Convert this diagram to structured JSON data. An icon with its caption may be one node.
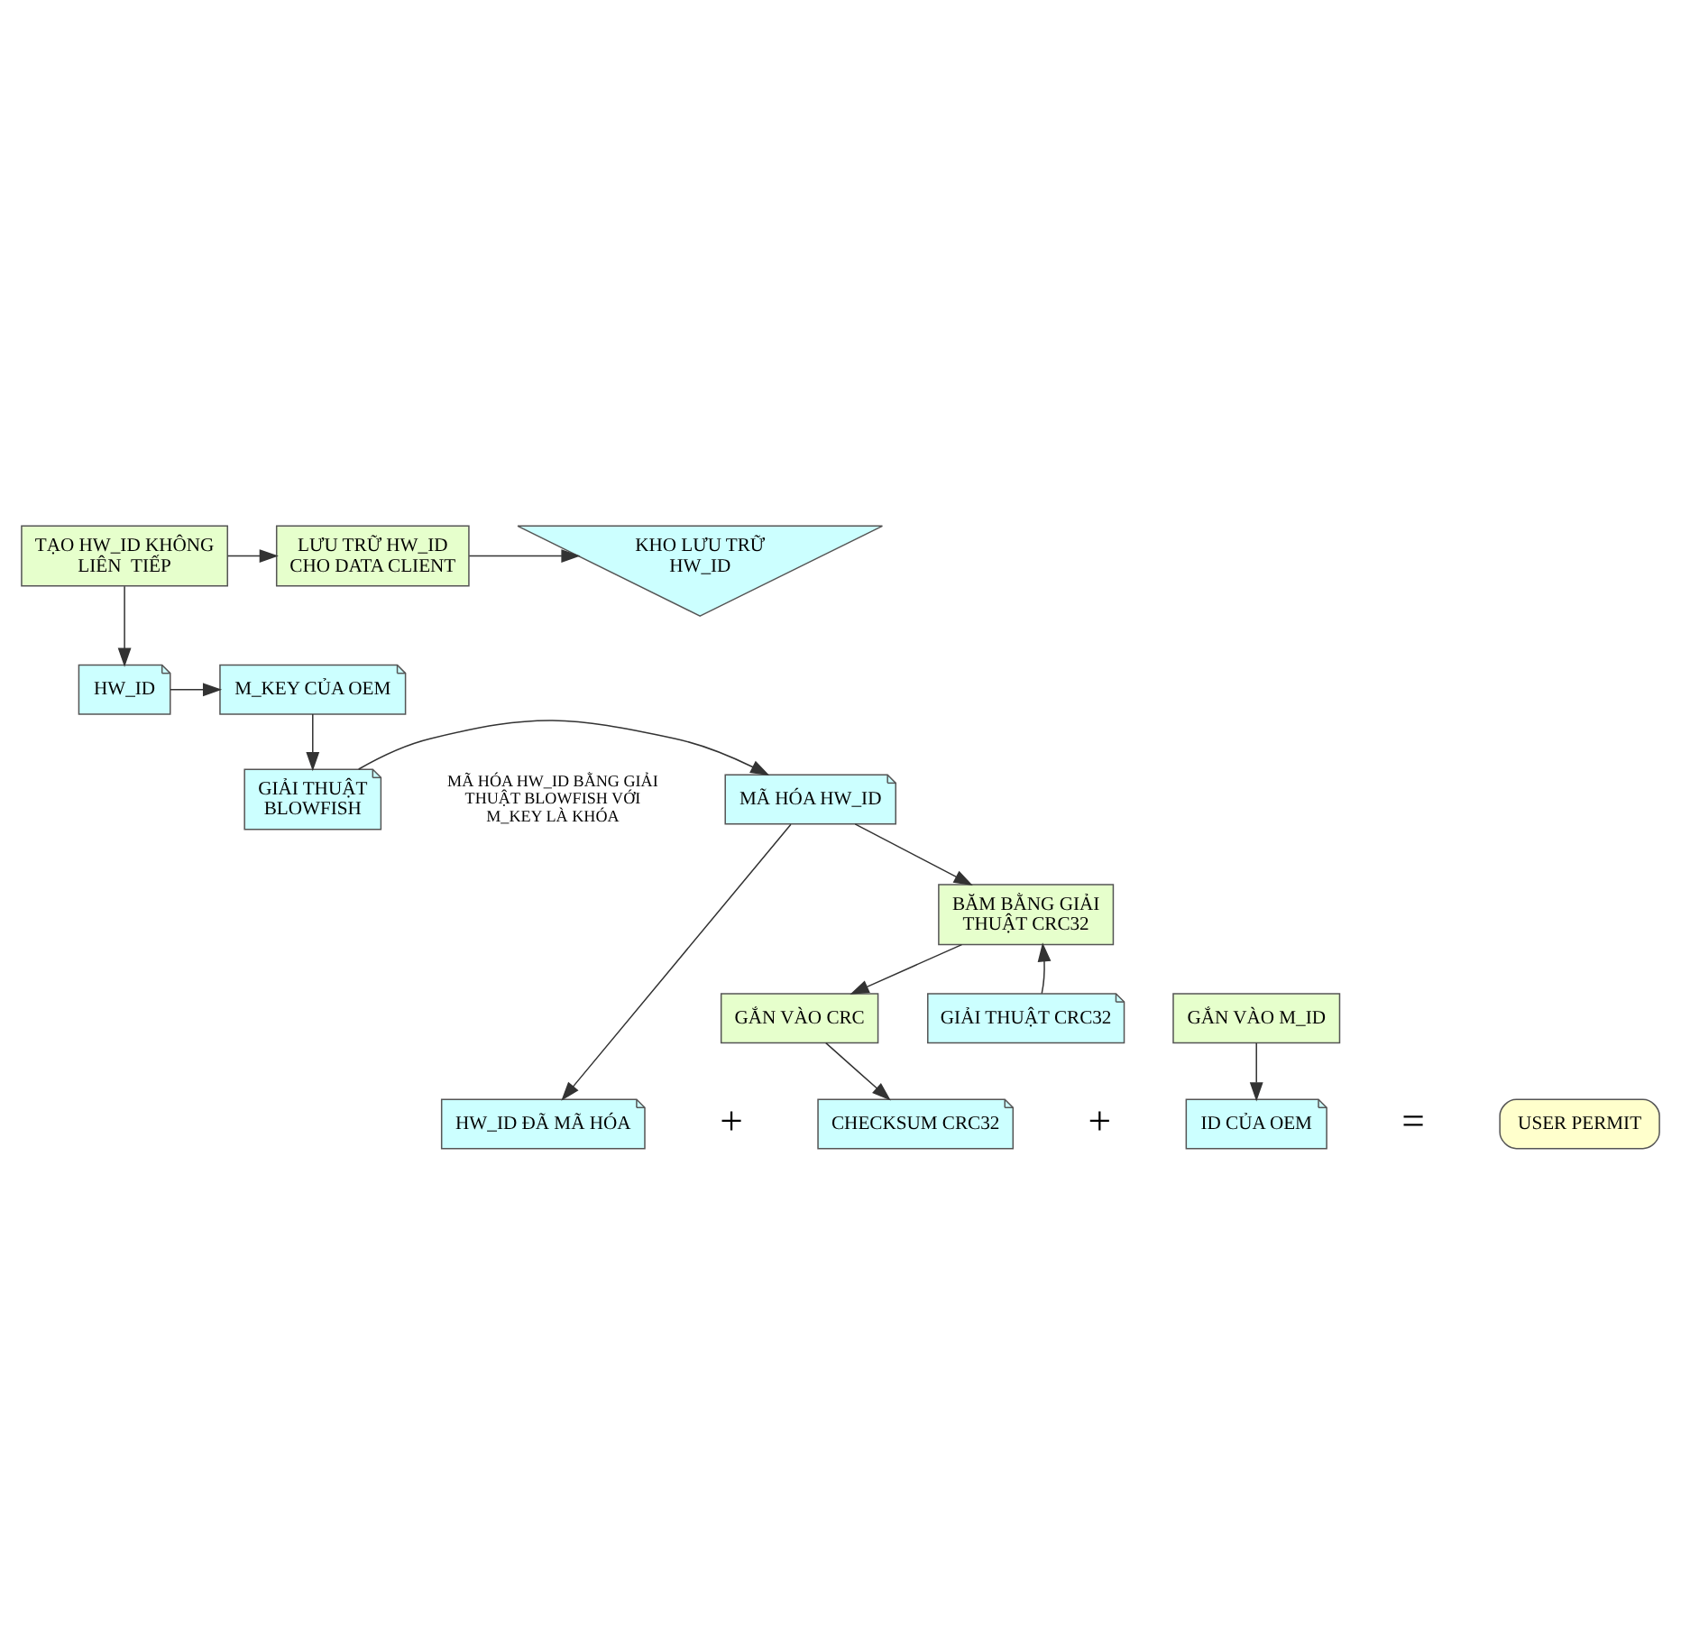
{
  "diagram": {
    "nodes": [
      {
        "text": [
          "TẠO HW_ID KHÔNG LIÊN  TIẾP"
        ]
      },
      {
        "text": [
          "LƯU TRỮ HW_ID CHO DATA CLIENT"
        ]
      },
      {
        "text": [
          "KHO LƯU TRỮ HW_ID"
        ]
      },
      {
        "text": [
          "HW_ID"
        ]
      },
      {
        "text": [
          "M_KEY CỦA OEM"
        ]
      },
      {
        "text": [
          "MÃ HÓA HW_ID"
        ]
      },
      {
        "text": [
          "GIẢI THUẬT BLOWFISH"
        ]
      },
      {
        "text": [
          "BĂM BẰNG GIẢI THUẬT CRC32"
        ]
      },
      {
        "text": [
          "GIẢI THUẬT CRC32"
        ]
      },
      {
        "text": [
          "GẮN VÀO CRC"
        ]
      },
      {
        "text": [
          "GẮN VÀO M_ID"
        ]
      },
      {
        "text": [
          "HW_ID ĐÃ MÃ HÓA"
        ]
      },
      {
        "text": [
          "CHECKSUM CRC32"
        ]
      },
      {
        "text": [
          "ID CỦA OEM"
        ]
      },
      {
        "text": [
          "USER PERMIT"
        ]
      }
    ],
    "edges": [
      {
        "from": 0,
        "to": 1,
        "arrow": "to"
      },
      {
        "from": 1,
        "to": 2,
        "arrow": "to"
      },
      {
        "from": 0,
        "to": 3,
        "arrow": "to"
      },
      {
        "from": 3,
        "to": 4,
        "arrow": "to"
      },
      {
        "from": 4,
        "to": 6,
        "arrow": "to"
      },
      {
        "from": 6,
        "to": 5,
        "arrow": "to"
      },
      {
        "from": 5,
        "to": 7,
        "arrow": "to"
      },
      {
        "from": 8,
        "to": 7,
        "arrow": "to"
      },
      {
        "from": 7,
        "to": 9,
        "arrow": "to"
      },
      {
        "from": 9,
        "to": 12,
        "arrow": "to"
      },
      {
        "from": 10,
        "to": 13,
        "arrow": "to"
      },
      {
        "from": 5,
        "to": 11,
        "arrow": "to"
      }
    ],
    "labels": [
      "MÃ HÓA HW_ID BẰNG GIẢI THUẬT BLOWFISH VỚI M_KEY LÀ KHÓA",
      "+",
      "+",
      "="
    ]
  }
}
